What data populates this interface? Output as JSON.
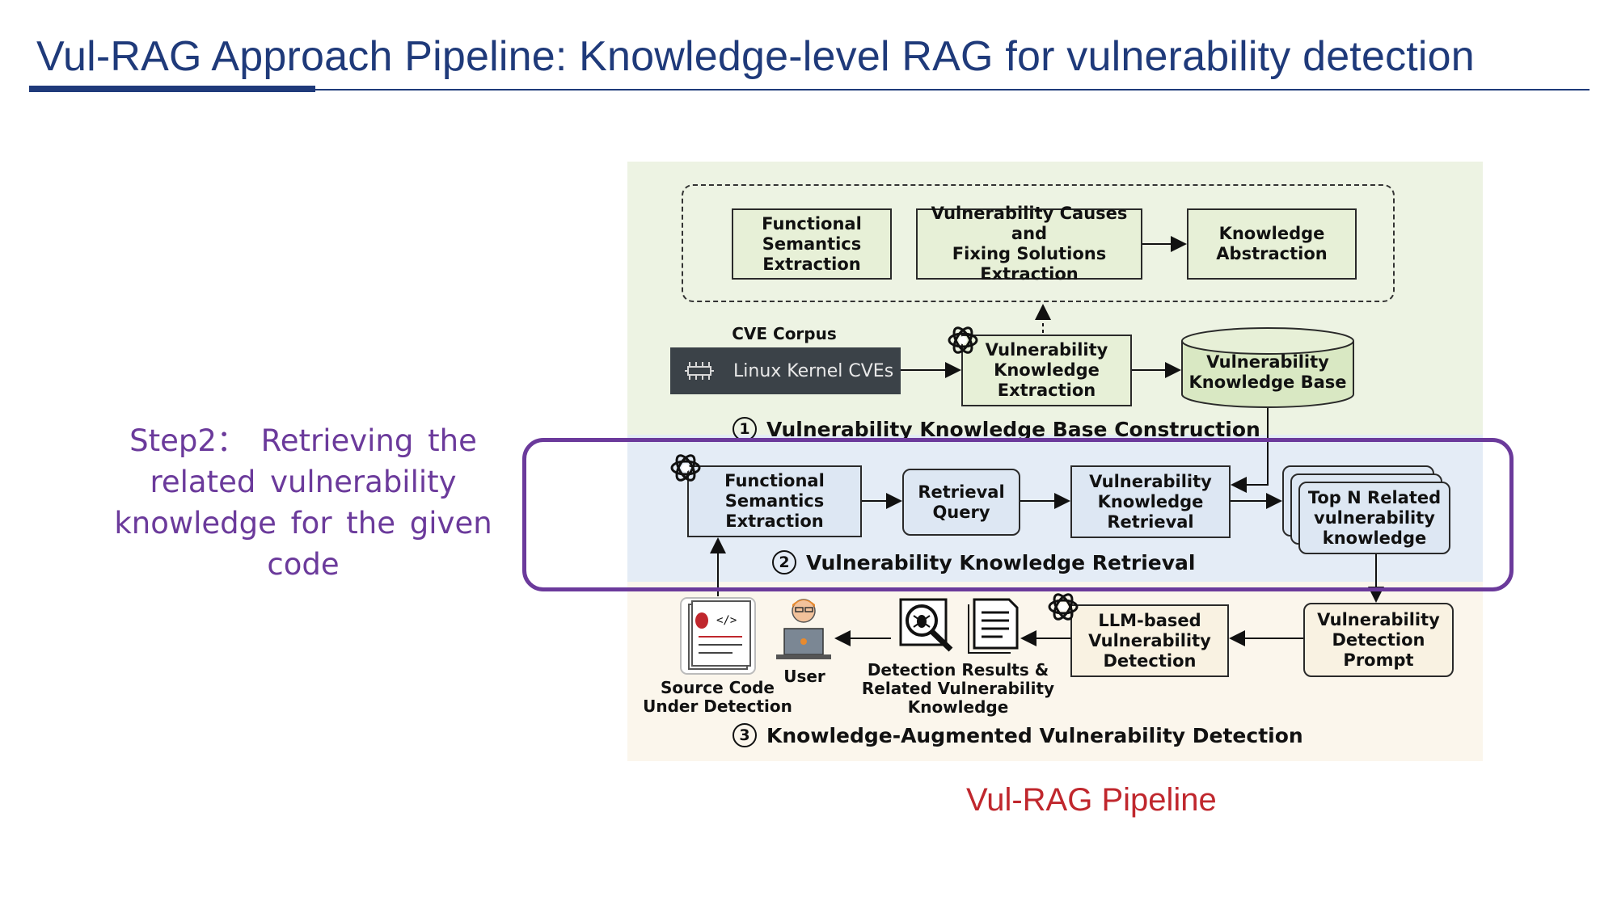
{
  "slide": {
    "title": "Vul-RAG Approach Pipeline: Knowledge-level RAG for vulnerability detection",
    "step_text": "Step2： Retrieving the related vulnerability knowledge for the given code",
    "caption": "Vul-RAG Pipeline"
  },
  "stage1": {
    "boxes": {
      "functional_semantics": "Functional\nSemantics\nExtraction",
      "causes_solutions": "Vulnerability Causes and\nFixing Solutions\nExtraction",
      "abstraction": "Knowledge\nAbstraction",
      "extraction": "Vulnerability\nKnowledge\nExtraction",
      "knowledge_base": "Vulnerability\nKnowledge Base"
    },
    "corpus_label": "CVE Corpus",
    "corpus_item": "Linux Kernel CVEs",
    "number": "1",
    "title": "Vulnerability Knowledge Base Construction"
  },
  "stage2": {
    "boxes": {
      "functional_semantics": "Functional\nSemantics\nExtraction",
      "retrieval_query": "Retrieval\nQuery",
      "knowledge_retrieval": "Vulnerability\nKnowledge\nRetrieval",
      "top_n": "Top N Related\nvulnerability\nknowledge"
    },
    "number": "2",
    "title": "Vulnerability Knowledge Retrieval"
  },
  "stage3": {
    "boxes": {
      "detection_prompt": "Vulnerability\nDetection\nPrompt",
      "llm_detection": "LLM-based\nVulnerability\nDetection"
    },
    "labels": {
      "results": "Detection Results &\nRelated Vulnerability\nKnowledge",
      "user": "User",
      "source_code": "Source Code\nUnder Detection"
    },
    "number": "3",
    "title": "Knowledge-Augmented Vulnerability Detection"
  },
  "colors": {
    "title": "#1f3a7a",
    "step_text": "#6b3a9b",
    "caption": "#c0272d",
    "highlight": "#6b3a9b"
  },
  "icons": [
    "openai-logo-icon",
    "circuit-icon",
    "bug-magnifier-icon",
    "report-document-icon",
    "user-laptop-icon",
    "code-document-icon"
  ]
}
